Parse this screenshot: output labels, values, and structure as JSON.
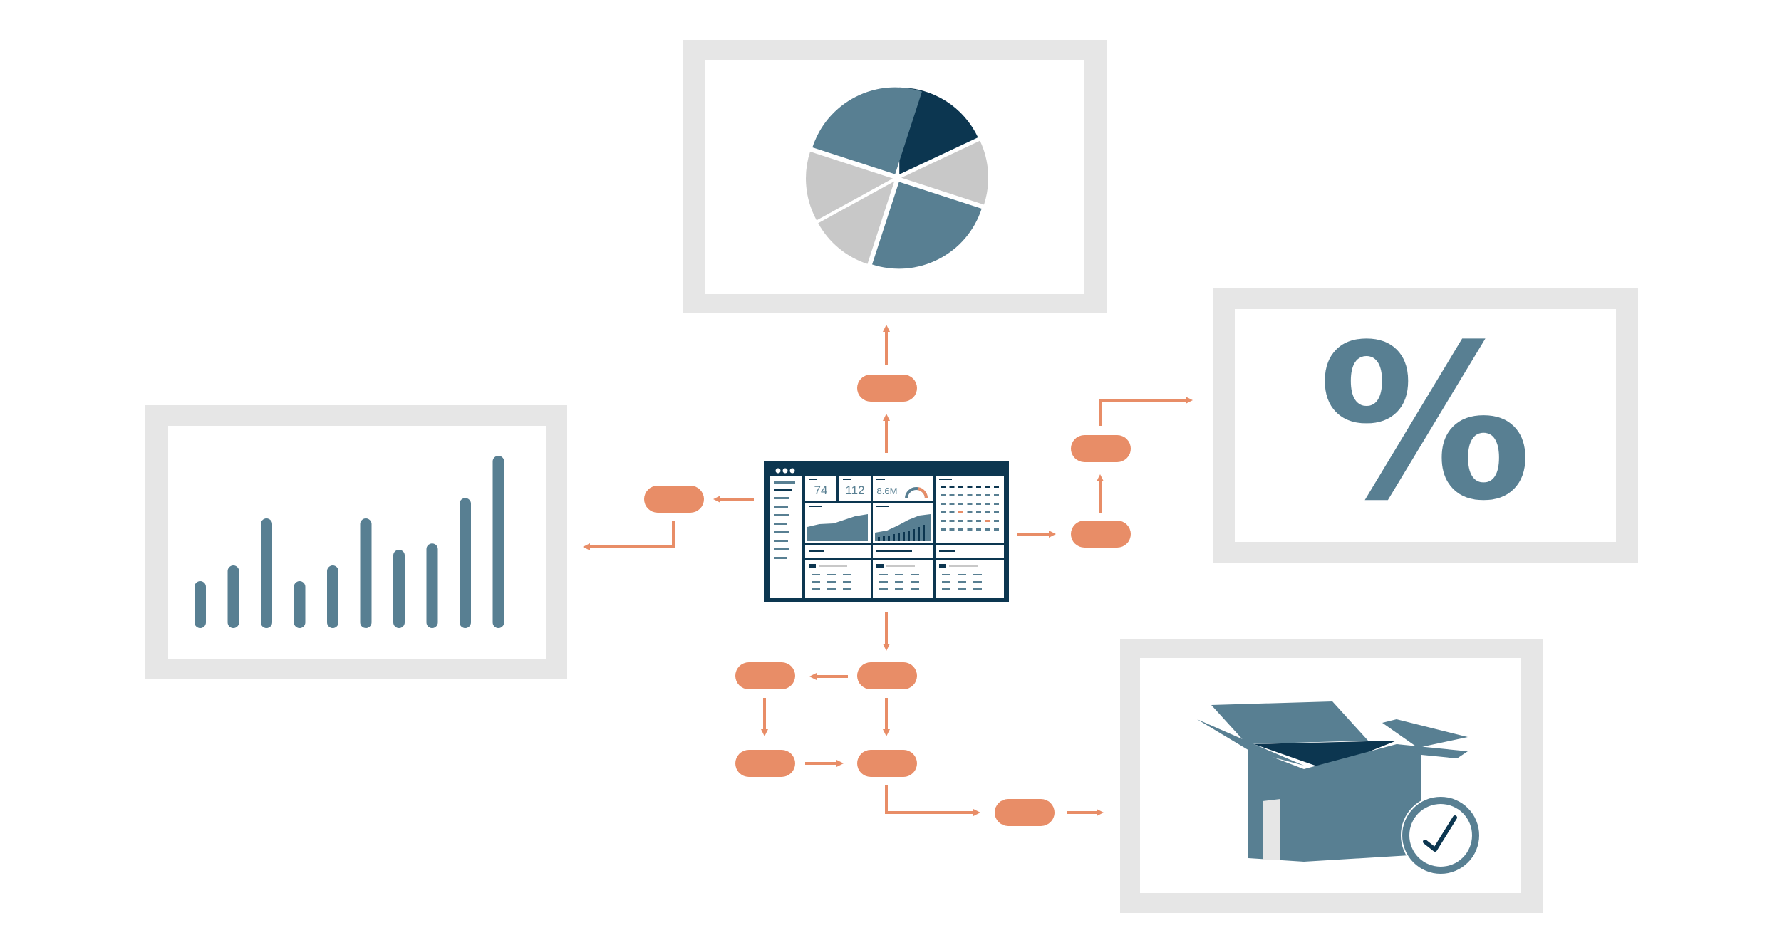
{
  "colors": {
    "frame": "#e6e6e6",
    "slate": "#587f92",
    "navy": "#0c3650",
    "light_gray": "#c8c8c8",
    "accent": "#e88d67",
    "white": "#ffffff"
  },
  "dashboard": {
    "stat_1": "74",
    "stat_2": "112",
    "stat_3": "8.6M"
  },
  "percent_panel": {
    "symbol": "%"
  },
  "bar_panel": {
    "bar_values": [
      3,
      4,
      7,
      3,
      4,
      7,
      5,
      5.4,
      8.3,
      11
    ]
  },
  "pie_panel": {
    "slices": [
      {
        "name": "dark-navy",
        "share": 0.18
      },
      {
        "name": "gray-top-right",
        "share": 0.12
      },
      {
        "name": "slate-bottom-right",
        "share": 0.25
      },
      {
        "name": "gray-bottom",
        "share": 0.12
      },
      {
        "name": "gray-left",
        "share": 0.13
      },
      {
        "name": "slate-top-left",
        "share": 0.25
      }
    ]
  },
  "icons": [
    "dashboard-icon",
    "pie-chart-icon",
    "bar-chart-icon",
    "percent-icon",
    "open-box-icon",
    "check-icon"
  ]
}
